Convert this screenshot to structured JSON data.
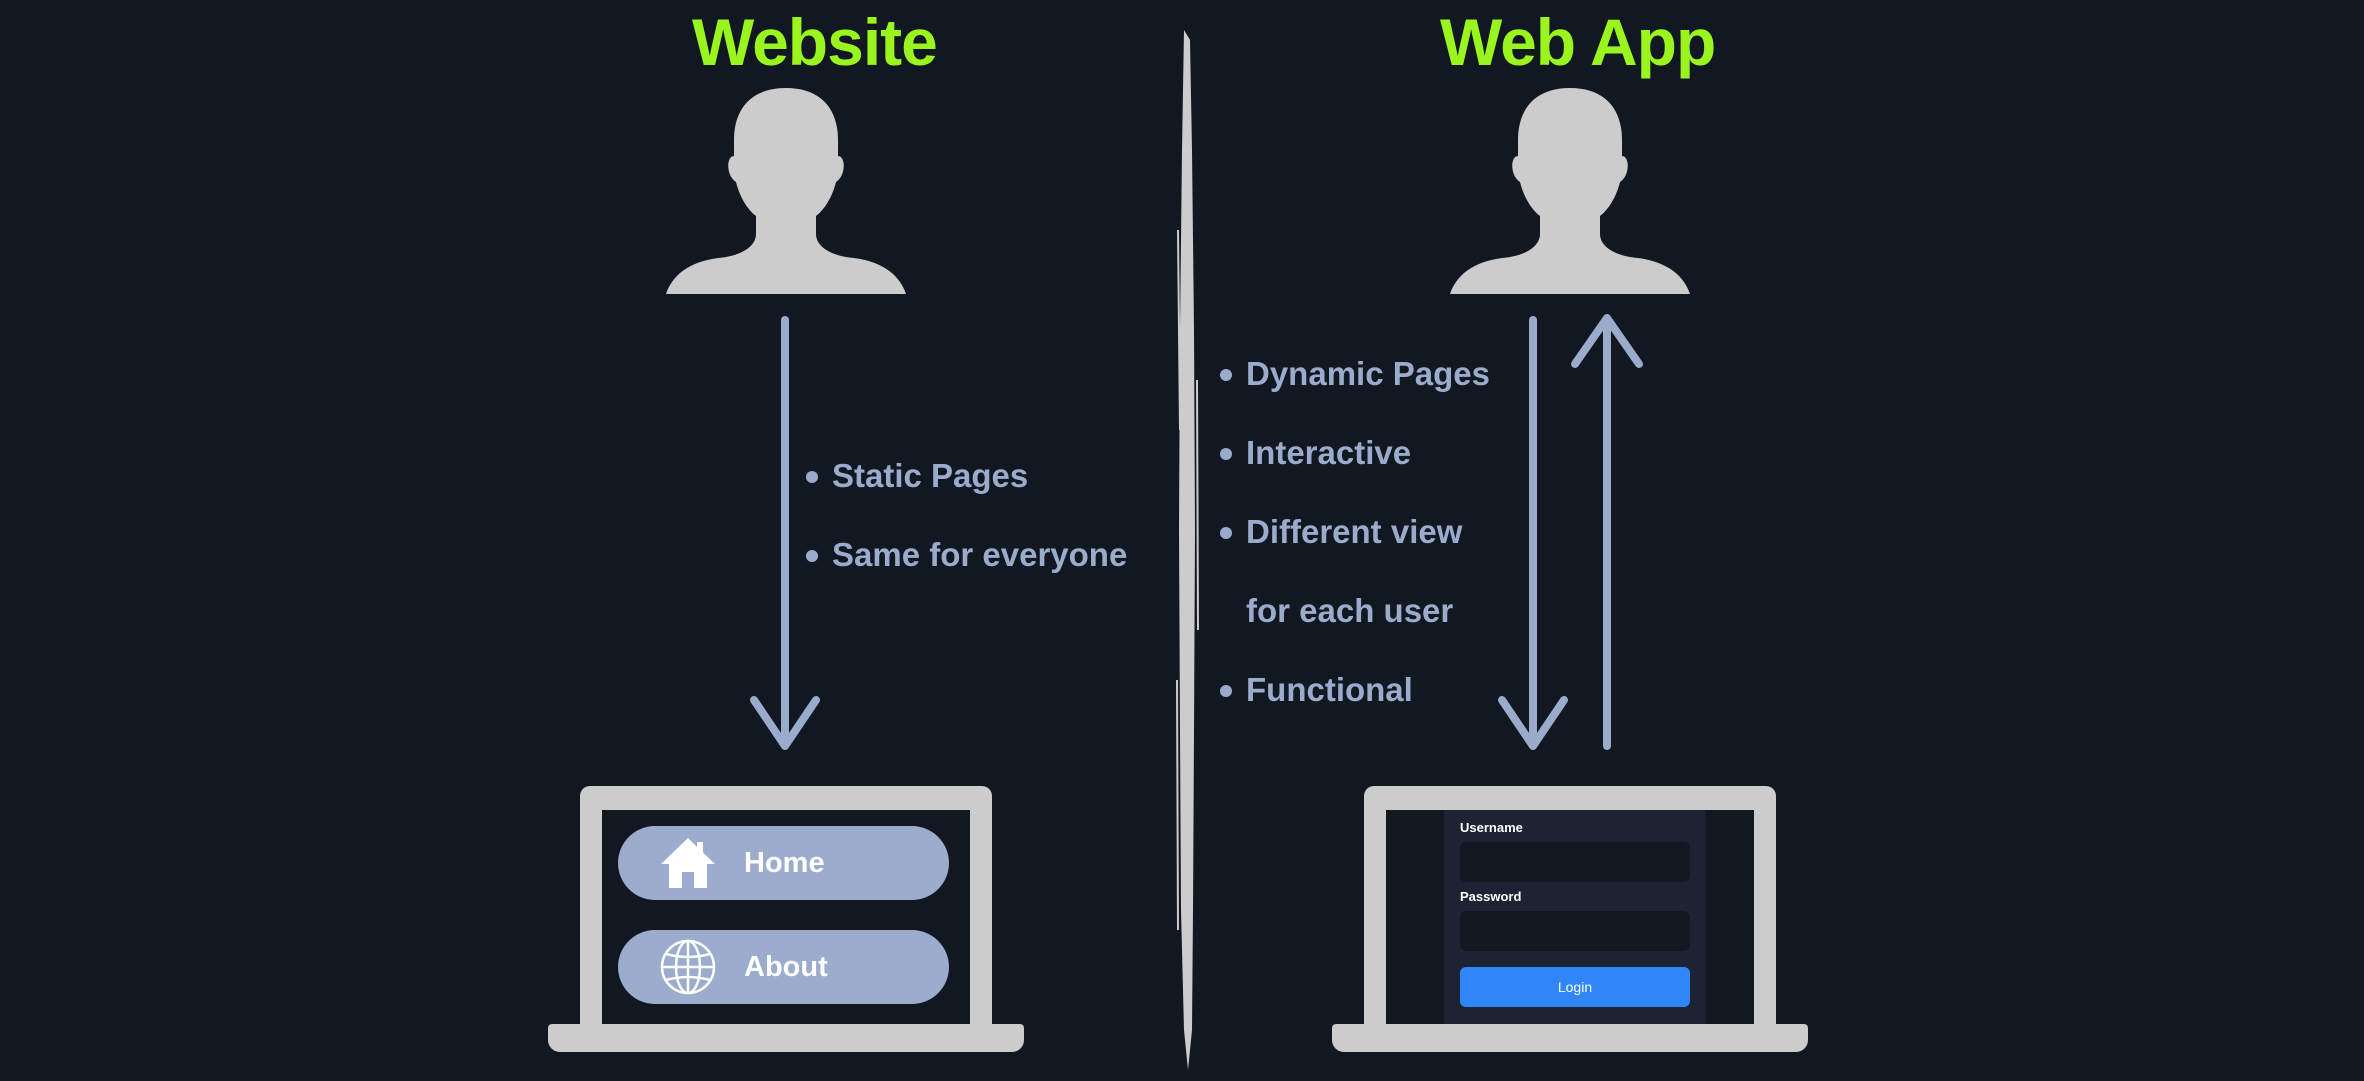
{
  "titles": {
    "left": "Website",
    "right": "Web App"
  },
  "website": {
    "bullets": [
      "Static Pages",
      "Same for everyone"
    ],
    "nav": {
      "home": "Home",
      "about": "About"
    },
    "icons": [
      "house-icon",
      "globe-icon"
    ]
  },
  "webapp": {
    "bullets": [
      "Dynamic Pages",
      "Interactive",
      "Different view",
      "for each user",
      "Functional"
    ],
    "login": {
      "username_label": "Username",
      "password_label": "Password",
      "button": "Login"
    }
  },
  "colors": {
    "background": "#121822",
    "title": "#9af51f",
    "text": "#9aabcb",
    "silhouette": "#cccccc",
    "button": "#9caccc",
    "login_button": "#2f86f6"
  }
}
